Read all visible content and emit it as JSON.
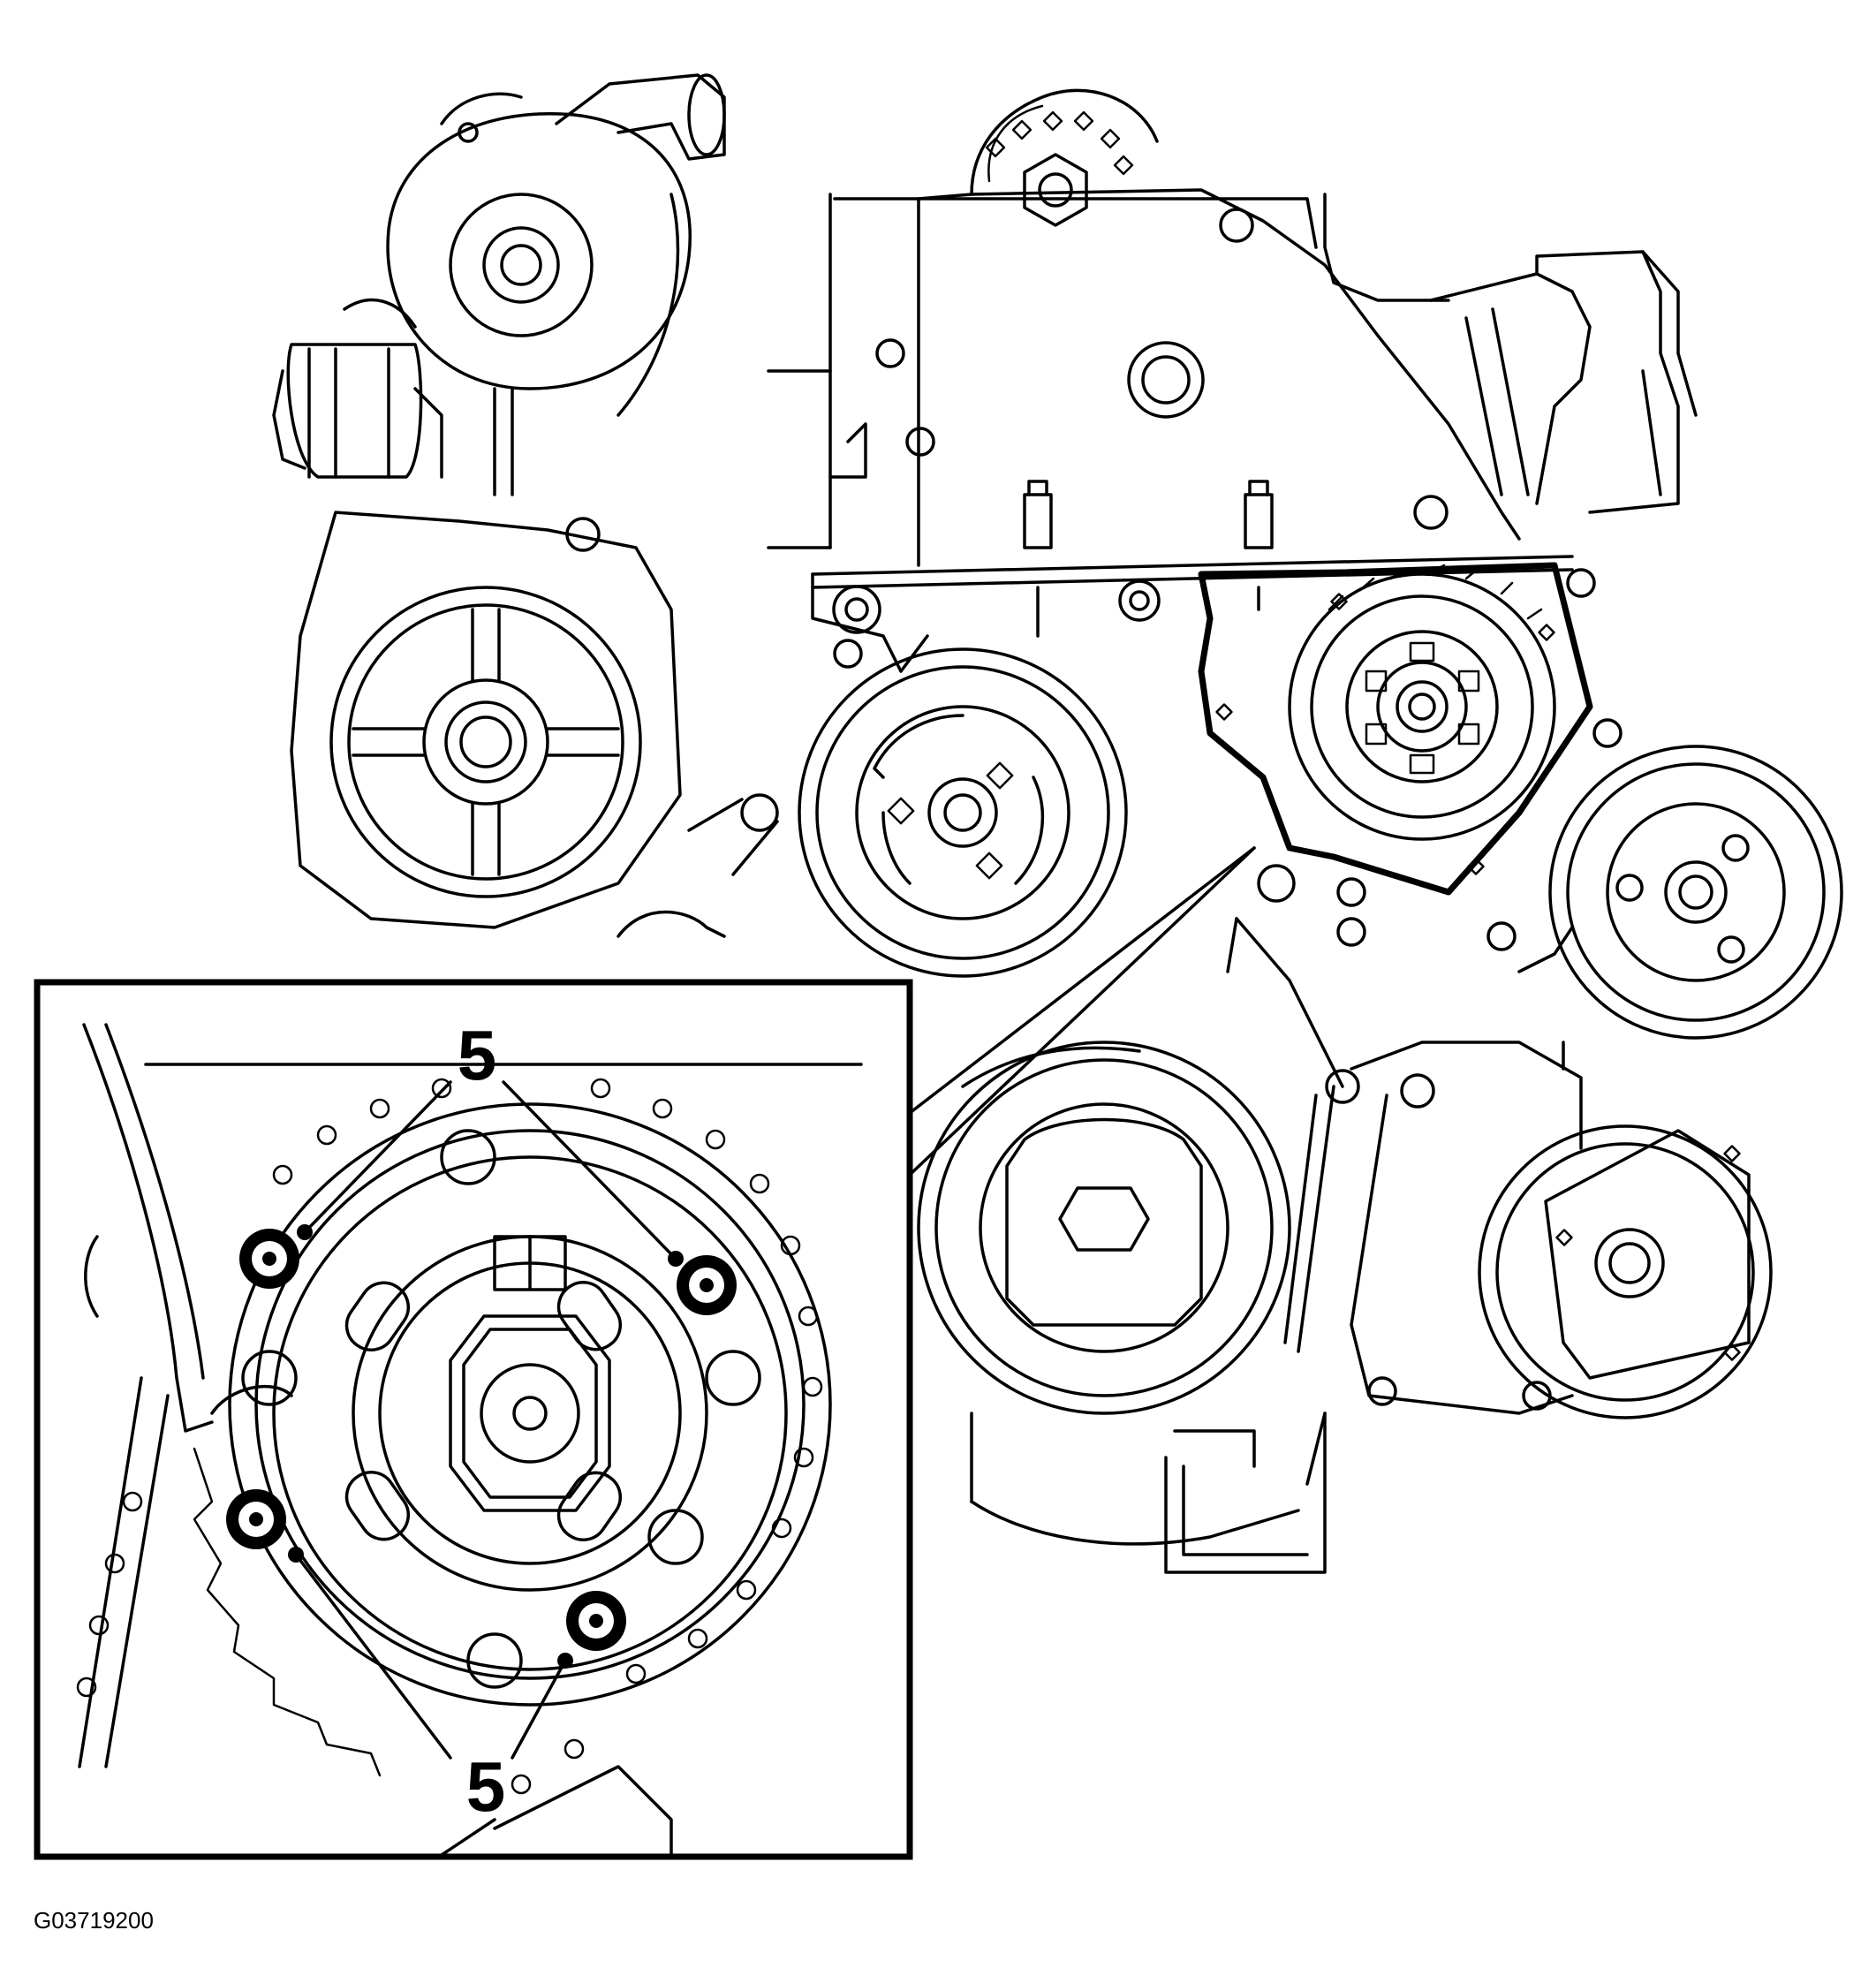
{
  "callouts": {
    "top": "5",
    "bottom": "5"
  },
  "figure_code": "G03719200"
}
